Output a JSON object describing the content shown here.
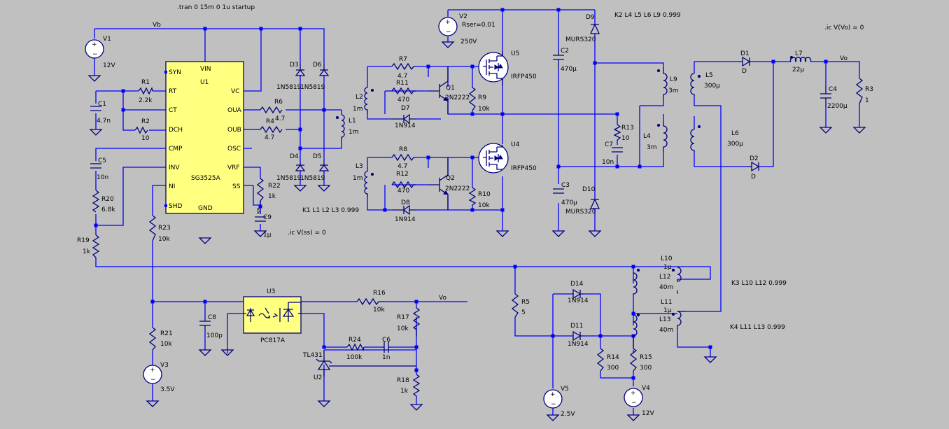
{
  "directives": {
    "tran": ".tran 0 15m 0 1u startup",
    "ic_vo": ".ic V(Vo) = 0",
    "ic_ss": ".ic V(ss) = 0",
    "k_top": "K2 L4 L5 L6 L9 0.999",
    "k_mid": "K1 L1 L2 L3 0.999",
    "k3": "K3 L10  L12 0.999",
    "k4": "K4 L11  L13 0.999"
  },
  "nets": {
    "vb": "Vb",
    "vo": "Vo",
    "vo2": "Vo",
    "ss": "ss"
  },
  "controller": {
    "ref": "U1",
    "part": "SG3525A",
    "pins": {
      "syn": "SYN",
      "rt": "RT",
      "ct": "CT",
      "dch": "DCH",
      "cmp": "CMP",
      "inv": "INV",
      "ni": "NI",
      "shd": "SHD",
      "vin": "VIN",
      "vc": "VC",
      "oua": "OUA",
      "oub": "OUB",
      "osc": "OSC",
      "vrf": "VRF",
      "ssp": "SS",
      "gnd": "GND"
    }
  },
  "sources": {
    "V1": {
      "ref": "V1",
      "value": "12V"
    },
    "V2": {
      "ref": "V2",
      "value": "250V",
      "param": "Rser=0.01"
    },
    "V3": {
      "ref": "V3",
      "value": "3.5V"
    },
    "V4": {
      "ref": "V4",
      "value": "12V"
    },
    "V5": {
      "ref": "V5",
      "value": "2.5V"
    }
  },
  "resistors": {
    "R1": {
      "ref": "R1",
      "value": "2.2k"
    },
    "R2": {
      "ref": "R2",
      "value": "10"
    },
    "R3": {
      "ref": "R3",
      "value": "1"
    },
    "R4": {
      "ref": "R4",
      "value": "4.7"
    },
    "R5": {
      "ref": "R5",
      "value": "5"
    },
    "R6": {
      "ref": "R6",
      "value": "4.7"
    },
    "R7": {
      "ref": "R7",
      "value": "4.7"
    },
    "R8": {
      "ref": "R8",
      "value": "4.7"
    },
    "R9": {
      "ref": "R9",
      "value": "10k"
    },
    "R10": {
      "ref": "R10",
      "value": "10k"
    },
    "R11": {
      "ref": "R11",
      "value": "470"
    },
    "R12": {
      "ref": "R12",
      "value": "470"
    },
    "R13": {
      "ref": "R13",
      "value": "10"
    },
    "R14": {
      "ref": "R14",
      "value": "300"
    },
    "R15": {
      "ref": "R15",
      "value": "300"
    },
    "R16": {
      "ref": "R16",
      "value": "10k"
    },
    "R17": {
      "ref": "R17",
      "value": "10k"
    },
    "R18": {
      "ref": "R18",
      "value": "1k"
    },
    "R19": {
      "ref": "R19",
      "value": "1k"
    },
    "R20": {
      "ref": "R20",
      "value": "6.8k"
    },
    "R21": {
      "ref": "R21",
      "value": "10k"
    },
    "R22": {
      "ref": "R22",
      "value": "1k"
    },
    "R23": {
      "ref": "R23",
      "value": "10k"
    },
    "R24": {
      "ref": "R24",
      "value": "100k"
    }
  },
  "capacitors": {
    "C1": {
      "ref": "C1",
      "value": "4.7n"
    },
    "C2": {
      "ref": "C2",
      "value": "470µ"
    },
    "C3": {
      "ref": "C3",
      "value": "470µ"
    },
    "C4": {
      "ref": "C4",
      "value": "2200µ"
    },
    "C5": {
      "ref": "C5",
      "value": "10n"
    },
    "C6": {
      "ref": "C6",
      "value": "1n"
    },
    "C7": {
      "ref": "C7",
      "value": "10n"
    },
    "C8": {
      "ref": "C8",
      "value": "100p"
    },
    "C9": {
      "ref": "C9",
      "value": "1µ"
    }
  },
  "inductors": {
    "L1": {
      "ref": "L1",
      "value": "1m"
    },
    "L2": {
      "ref": "L2",
      "value": "1m"
    },
    "L3": {
      "ref": "L3",
      "value": "1m"
    },
    "L4": {
      "ref": "L4",
      "value": "3m"
    },
    "L5": {
      "ref": "L5",
      "value": "300µ"
    },
    "L6": {
      "ref": "L6",
      "value": "300µ"
    },
    "L7": {
      "ref": "L7",
      "value": "22µ"
    },
    "L9": {
      "ref": "L9",
      "value": "3m"
    },
    "L10": {
      "ref": "L10",
      "value": "1µ"
    },
    "L11": {
      "ref": "L11",
      "value": "1µ"
    },
    "L12": {
      "ref": "L12",
      "value": "40m"
    },
    "L13": {
      "ref": "L13",
      "value": "40m"
    }
  },
  "diodes": {
    "D1": {
      "ref": "D1",
      "value": "D"
    },
    "D2": {
      "ref": "D2",
      "value": "D"
    },
    "D3": {
      "ref": "D3",
      "value": "1N5819"
    },
    "D4": {
      "ref": "D4",
      "value": "1N5819"
    },
    "D5": {
      "ref": "D5",
      "value": "1N5819"
    },
    "D6": {
      "ref": "D6",
      "value": "1N5819"
    },
    "D7": {
      "ref": "D7",
      "value": "1N914"
    },
    "D8": {
      "ref": "D8",
      "value": "1N914"
    },
    "D9": {
      "ref": "D9",
      "value": "MURS320"
    },
    "D10": {
      "ref": "D10",
      "value": "MURS320"
    },
    "D11": {
      "ref": "D11",
      "value": "1N914"
    },
    "D14": {
      "ref": "D14",
      "value": "1N914"
    }
  },
  "transistors": {
    "Q1": {
      "ref": "Q1",
      "value": "2N2222"
    },
    "Q2": {
      "ref": "Q2",
      "value": "2N2222"
    },
    "U4": {
      "ref": "U4",
      "value": "IRFP450"
    },
    "U5": {
      "ref": "U5",
      "value": "IRFP450"
    }
  },
  "ics": {
    "U2": {
      "ref": "U2",
      "value": "TL431"
    },
    "U3": {
      "ref": "U3",
      "value": "PC817A"
    }
  }
}
